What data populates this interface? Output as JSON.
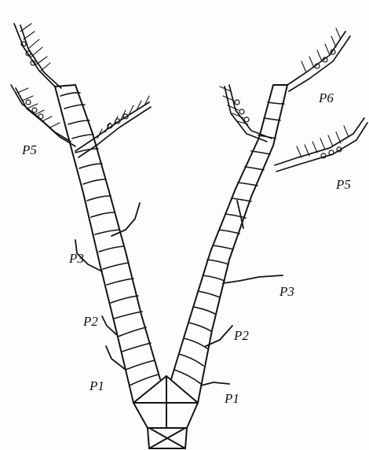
{
  "labels": {
    "p1_left": "P1",
    "p2_left": "P2",
    "p3_left": "P3",
    "p5_left": "P5",
    "p1_right": "P1",
    "p2_right": "P2",
    "p3_right": "P3",
    "p5_right": "P5",
    "p6_right": "P6"
  },
  "colors": {
    "ink": "#141414",
    "paper": "#fdfdfb"
  }
}
